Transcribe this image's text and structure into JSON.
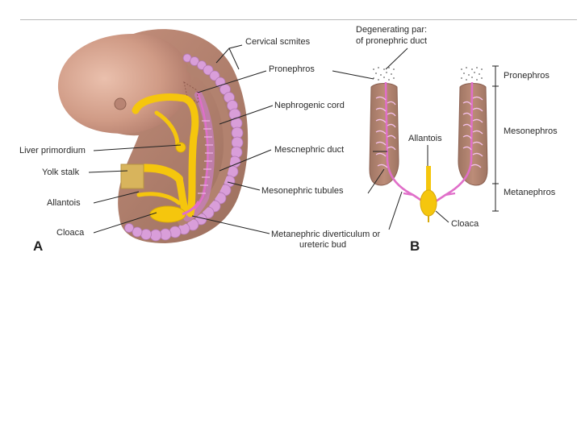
{
  "figure": {
    "panel_a": {
      "letter": "A",
      "labels": {
        "cervical_somites": "Cervical scmites",
        "pronephros": "Pronephros",
        "nephrogenic_cord": "Nephrogenic cord",
        "mesonephric_duct": "Mescnephric duct",
        "mesonephric_tubules": "Mesonephric tubules",
        "metanephric_line1": "Metanephric diverticulum or",
        "metanephric_line2": "ureteric bud",
        "liver": "Liver primordium",
        "yolk_stalk": "Yolk stalk",
        "allantois": "Allantois",
        "cloaca": "Cloaca"
      }
    },
    "panel_b": {
      "letter": "B",
      "labels": {
        "degenerating_line1": "Degenerating par:",
        "degenerating_line2": "of pronephric duct",
        "allantois": "Allantois",
        "cloaca": "Cloaca",
        "pronephros": "Pronephros",
        "mesonephros": "Mesonephros",
        "metanephros": "Metanephros"
      }
    }
  },
  "colors": {
    "embryo_skin": "#c7917d",
    "body_tissue": "#ab7c69",
    "somite": "#d99ed9",
    "endoderm": "#f5c60d",
    "duct": "#e06fc9",
    "leader": "#222222",
    "rule": "#b9b9b9"
  }
}
